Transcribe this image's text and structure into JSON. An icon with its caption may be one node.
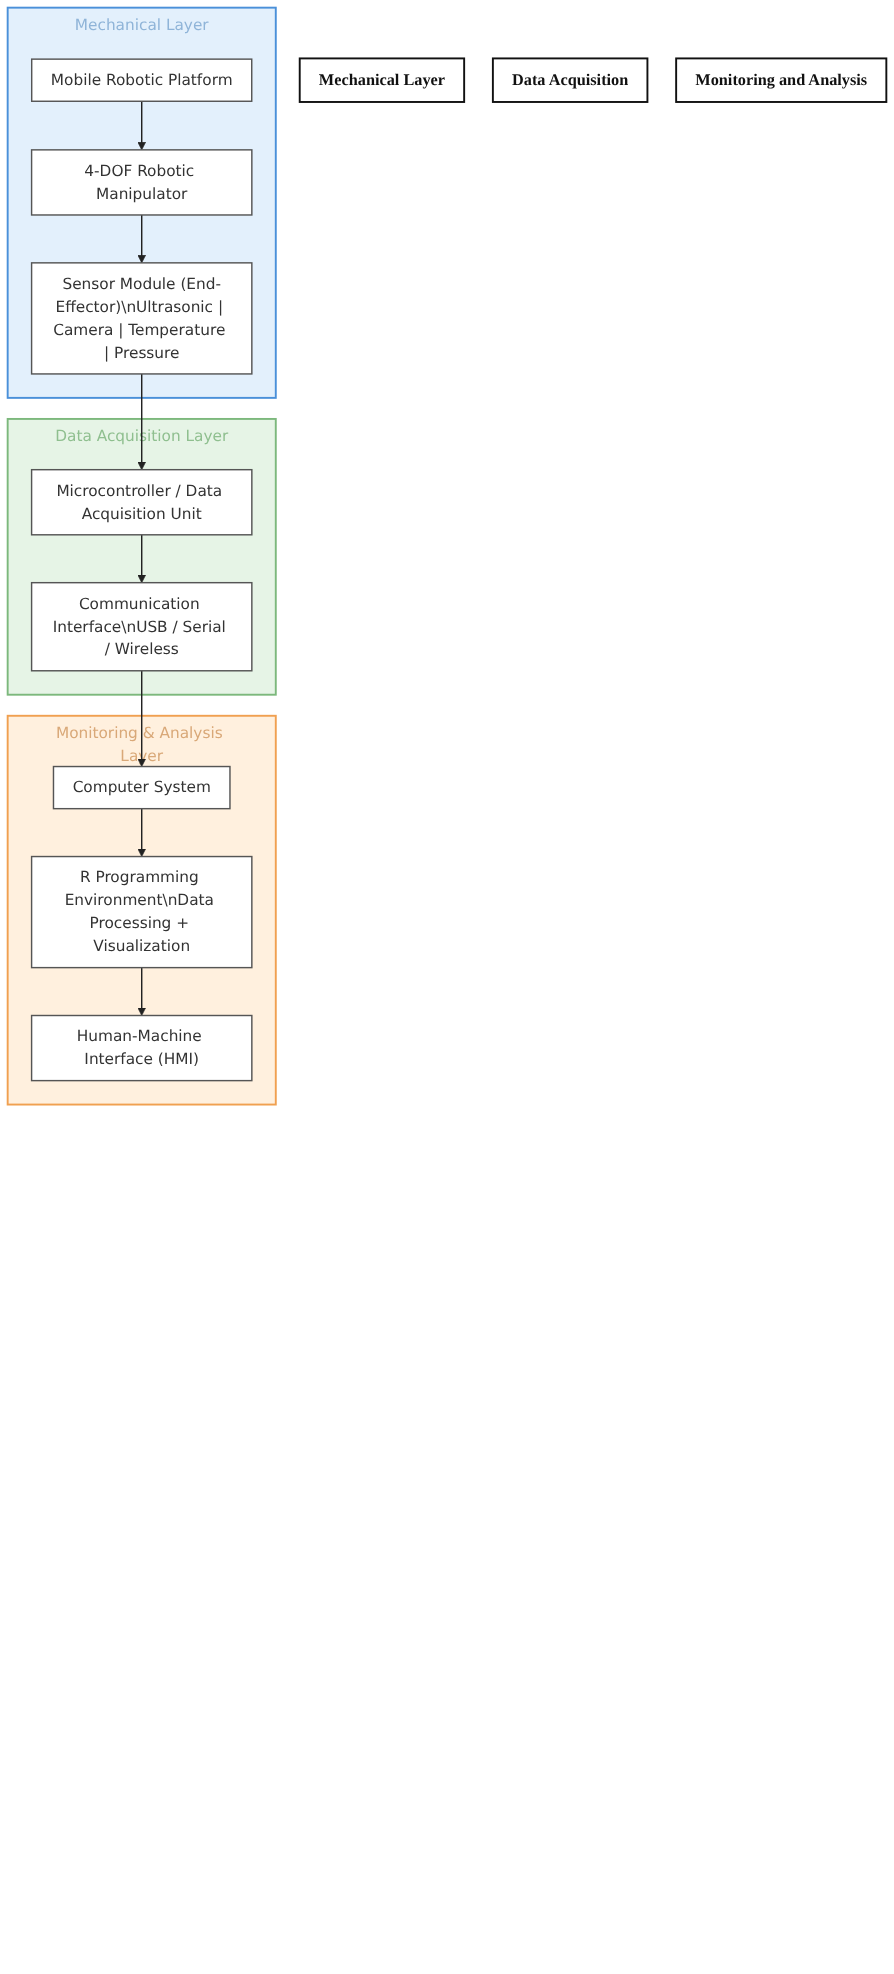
{
  "diagram": {
    "nodes": [
      {
        "text": [
          "Mechanical Layer"
        ]
      },
      {
        "text": [
          "Mobile Robotic Platform"
        ],
        "in": 0
      },
      {
        "text": [
          "4-DOF Robotic Manipulator"
        ],
        "in": 0
      },
      {
        "text": [
          "Sensor Module (End-Effector)\\nUltrasonic | Camera | Temperature | Pressure"
        ],
        "in": 0
      },
      {
        "text": [
          "Data Acquisition Layer"
        ]
      },
      {
        "text": [
          "Microcontroller / Data Acquisition Unit"
        ],
        "in": 4
      },
      {
        "text": [
          "Communication Interface\\nUSB / Serial / Wireless"
        ],
        "in": 4
      },
      {
        "text": [
          "Monitoring & Analysis Layer"
        ]
      },
      {
        "text": [
          "Computer System"
        ],
        "in": 7
      },
      {
        "text": [
          "R Programming Environment\\nData Processing + Visualization"
        ],
        "in": 7
      },
      {
        "text": [
          "Human-Machine Interface (HMI)"
        ],
        "in": 7
      },
      {
        "text": [
          "Mechanical Layer"
        ]
      },
      {
        "text": [
          "Data Acquisition"
        ]
      },
      {
        "text": [
          "Monitoring and Analysis"
        ]
      }
    ],
    "edges": [
      {
        "from": 1,
        "to": 2,
        "arrow": "to"
      },
      {
        "from": 2,
        "to": 3,
        "arrow": "to"
      },
      {
        "from": 3,
        "to": 5,
        "arrow": "to"
      },
      {
        "from": 5,
        "to": 6,
        "arrow": "to"
      },
      {
        "from": 6,
        "to": 8,
        "arrow": "to"
      },
      {
        "from": 8,
        "to": 9,
        "arrow": "to"
      },
      {
        "from": 9,
        "to": 10,
        "arrow": "to"
      }
    ]
  }
}
